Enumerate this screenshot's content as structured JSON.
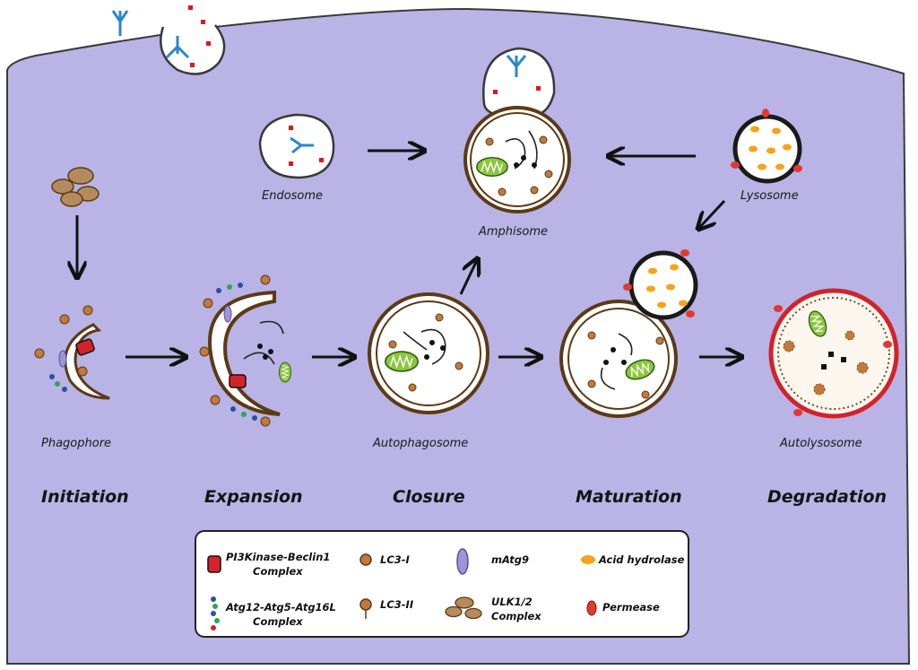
{
  "colors": {
    "cell": "#b9b3e6",
    "membrane": "#5b3a16",
    "lysosome_ring": "#1a1a1a",
    "autolysosome_ring": "#d3222a",
    "cargo": "#e0141e",
    "receptor": "#2f86c8",
    "mito": "#8cc63f",
    "lc3": "#c07a3d",
    "hydrolase": "#f5a31a",
    "permease": "#e23a2e"
  },
  "labels": {
    "endosome": "Endosome",
    "amphisome": "Amphisome",
    "lysosome": "Lysosome",
    "phagophore": "Phagophore",
    "autophagosome": "Autophagosome",
    "autolysosome": "Autolysosome"
  },
  "stages": [
    "Initiation",
    "Expansion",
    "Closure",
    "Maturation",
    "Degradation"
  ],
  "legend": {
    "pi3k_line1": "PI3Kinase-Beclin1",
    "pi3k_line2": "Complex",
    "atg_line1": "Atg12-Atg5-Atg16L",
    "atg_line2": "Complex",
    "lc3i": "LC3-I",
    "lc3ii": "LC3-II",
    "matg9": "mAtg9",
    "ulk_line1": "ULK1/2",
    "ulk_line2": "Complex",
    "acid_hydrolase": "Acid hydrolase",
    "permease": "Permease"
  },
  "icons": [
    "receptor-icon",
    "cargo-icon",
    "mitochondrion-icon",
    "lc3-icon",
    "pi3k-complex-icon",
    "atg-complex-icon",
    "matg9-icon",
    "ulk-complex-icon",
    "acid-hydrolase-icon",
    "permease-icon",
    "arrow-icon"
  ]
}
